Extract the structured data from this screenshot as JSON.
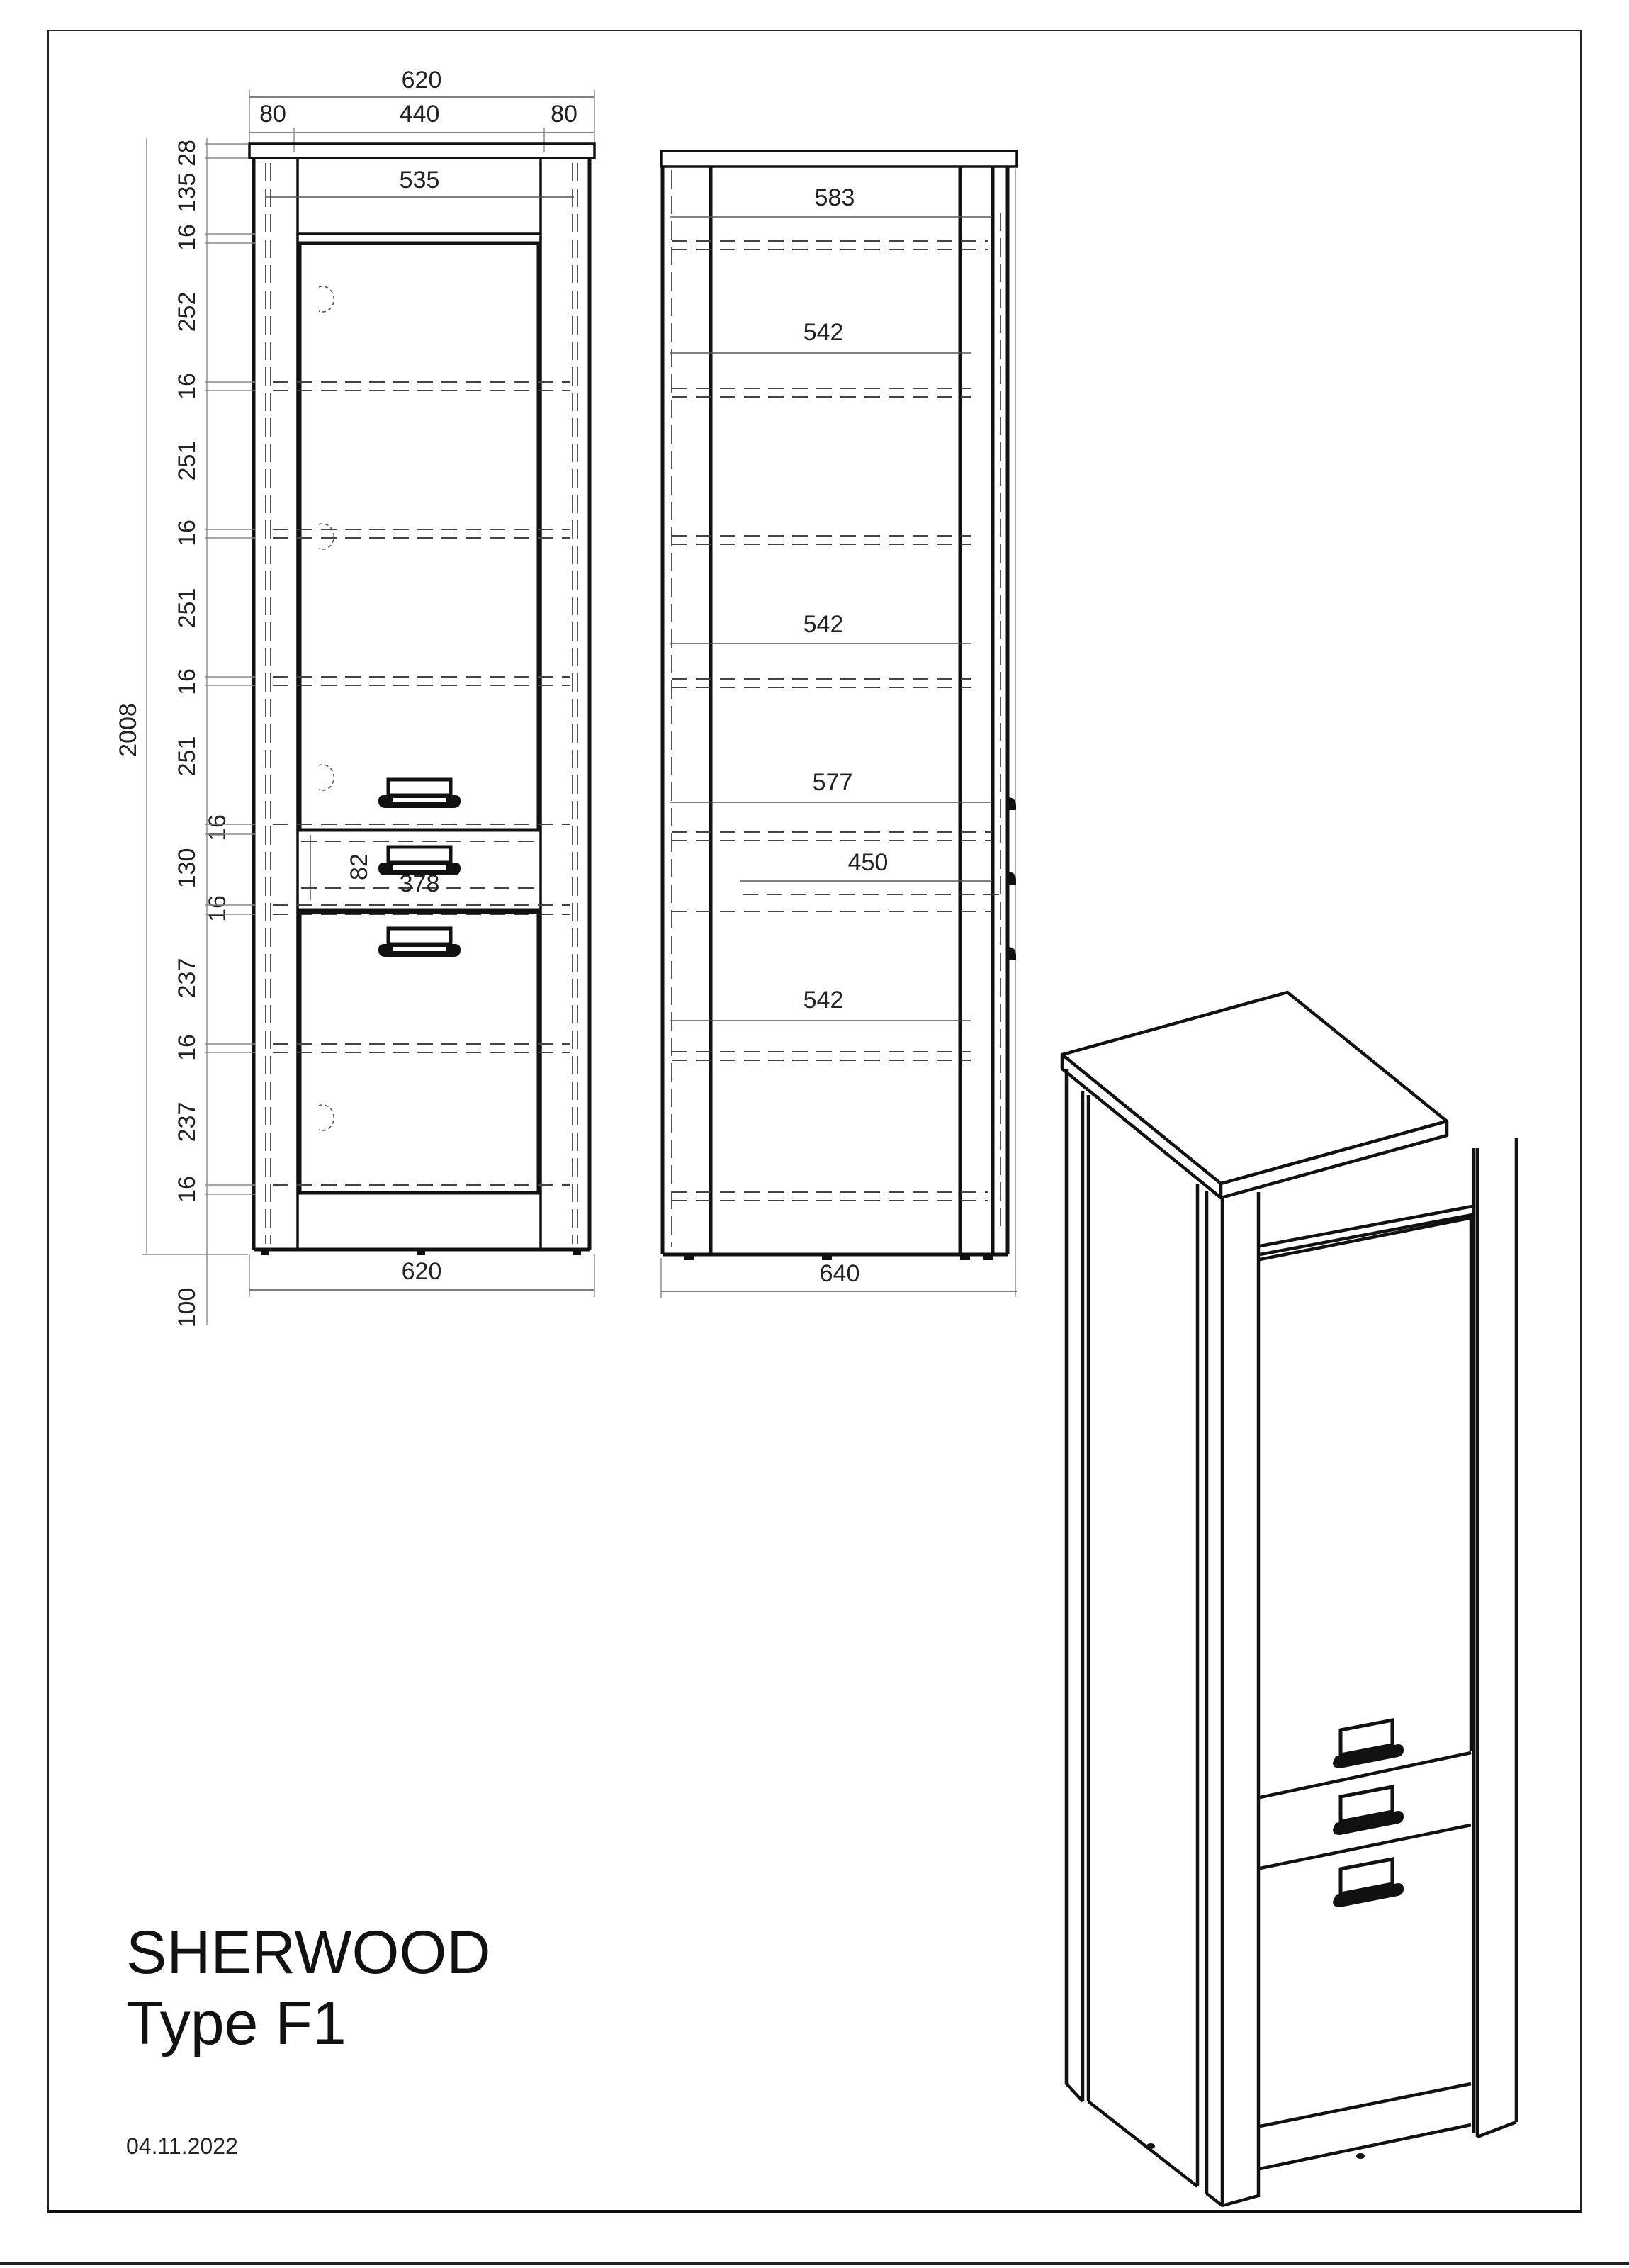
{
  "title_block": {
    "product_name": "SHERWOOD",
    "type_label": "Type F1",
    "date": "04.11.2022"
  },
  "front_view": {
    "overall_width_top": "620",
    "width_segments": [
      "80",
      "440",
      "80"
    ],
    "inner_width": "535",
    "overall_width_bottom": "620",
    "overall_height": "2008",
    "height_segments": [
      "28",
      "135",
      "16",
      "252",
      "16",
      "251",
      "16",
      "251",
      "16",
      "251",
      "130",
      "16",
      "237",
      "16",
      "237",
      "16"
    ],
    "drawer_offsets": [
      "16",
      "16"
    ],
    "plinth_height": "100",
    "drawer_height": "82",
    "drawer_width": "378"
  },
  "side_view": {
    "top_depth": "583",
    "shelf_depth_1": "542",
    "shelf_depth_2": "542",
    "drawer_zone_depth": "577",
    "drawer_depth": "450",
    "shelf_depth_3": "542",
    "overall_depth": "640"
  },
  "views": [
    "front-elevation",
    "side-elevation",
    "isometric-3d"
  ],
  "colors": {
    "line": "#111111",
    "dimension": "#555555",
    "background": "#ffffff"
  }
}
